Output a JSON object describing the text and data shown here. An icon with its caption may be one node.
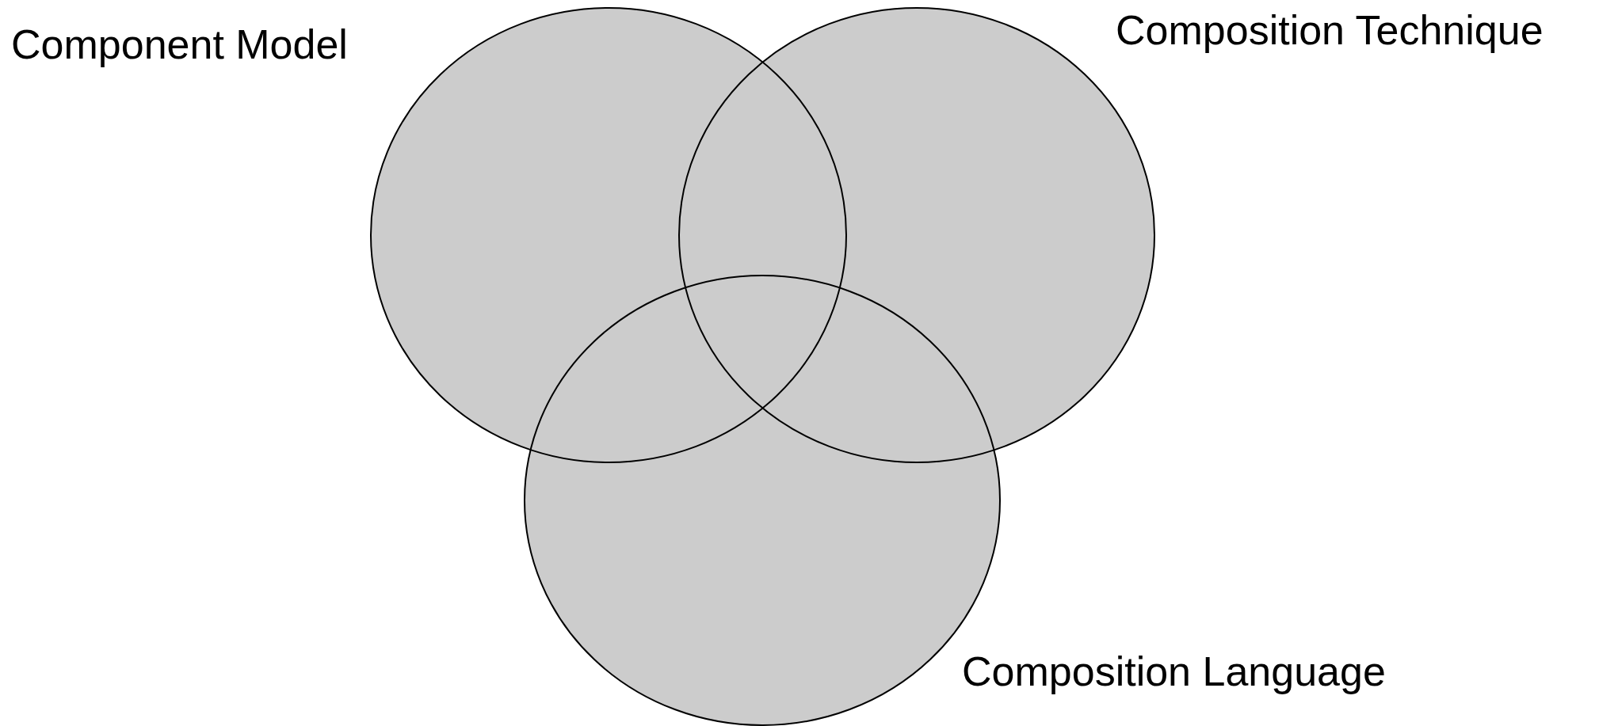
{
  "diagram": {
    "nodes": [
      {
        "text": [
          "Component Model"
        ]
      },
      {
        "text": [
          "Composition Technique"
        ]
      },
      {
        "text": [
          "Composition Language"
        ]
      }
    ]
  }
}
